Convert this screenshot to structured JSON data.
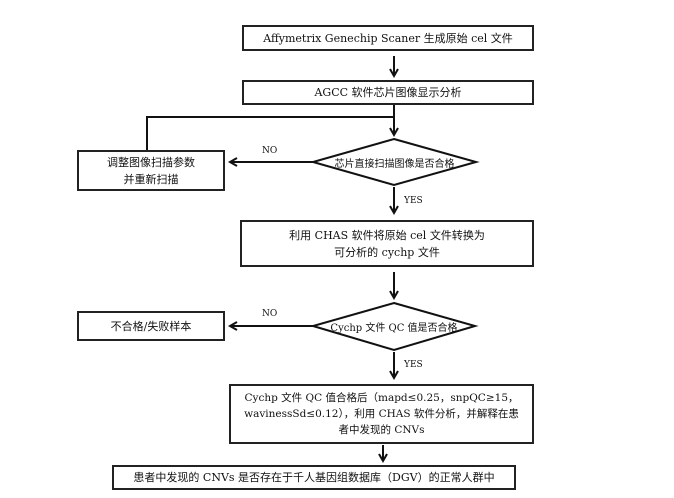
{
  "flowchart": {
    "step1": "Affymetrix Genechip Scaner 生成原始 cel 文件",
    "step2": "AGCC 软件芯片图像显示分析",
    "decision1": "芯片直接扫描图像是否合格",
    "rescan": [
      "调整图像扫描参数",
      "并重新扫描"
    ],
    "step3": [
      "利用 CHAS 软件将原始 cel 文件转换为",
      "可分析的 cychp 文件"
    ],
    "decision2": "Cychp 文件 QC 值是否合格",
    "fail": "不合格/失败样本",
    "step4": [
      "Cychp 文件 QC 值合格后（mapd≤0.25，snpQC≥15，",
      "wavinessSd≤0.12），利用 CHAS 软件分析，并解释在患",
      "者中发现的 CNVs"
    ],
    "step5": "患者中发现的 CNVs 是否存在于千人基因组数据库（DGV）的正常人群中",
    "labels": {
      "no": "NO",
      "yes": "YES"
    }
  }
}
